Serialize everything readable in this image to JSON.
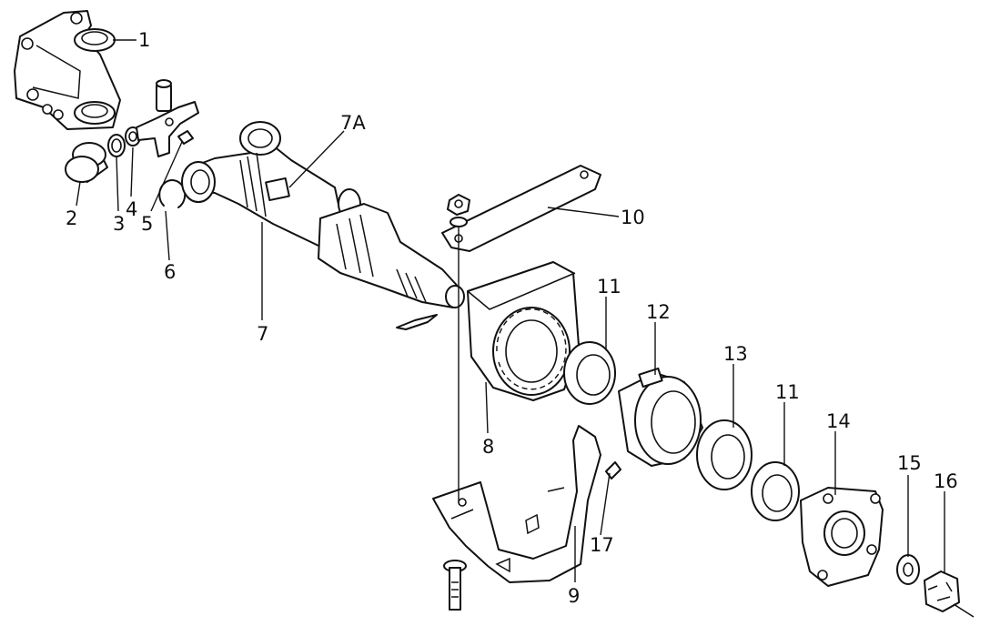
{
  "callouts": [
    {
      "label": "1"
    },
    {
      "label": "2"
    },
    {
      "label": "3"
    },
    {
      "label": "4"
    },
    {
      "label": "5"
    },
    {
      "label": "6"
    },
    {
      "label": "7"
    },
    {
      "label": "7A"
    },
    {
      "label": "8"
    },
    {
      "label": "9"
    },
    {
      "label": "10"
    },
    {
      "label": "11"
    },
    {
      "label": "12"
    },
    {
      "label": "13"
    },
    {
      "label": "11"
    },
    {
      "label": "14"
    },
    {
      "label": "15"
    },
    {
      "label": "16"
    },
    {
      "label": "17"
    }
  ],
  "colors": {
    "ink": "#111111",
    "paper": "#ffffff"
  }
}
